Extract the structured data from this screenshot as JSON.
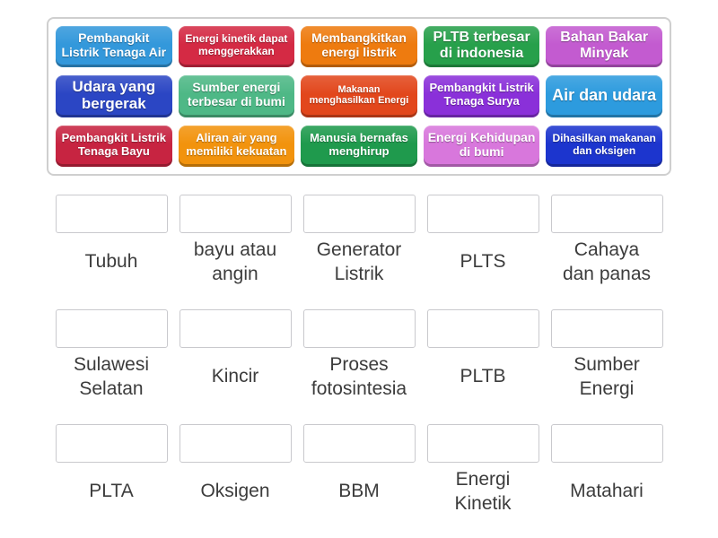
{
  "game": {
    "type": "match-up",
    "tiles": [
      {
        "label": "Pembangkit\nListrik Tenaga Air",
        "color": "#3398DB"
      },
      {
        "label": "Energi kinetik dapat\nmenggerakkan",
        "color": "#D42A44"
      },
      {
        "label": "Membangkitkan\nenergi listrik",
        "color": "#EE7B0F"
      },
      {
        "label": "PLTB terbesar\ndi indonesia",
        "color": "#27A04B"
      },
      {
        "label": "Bahan Bakar\nMinyak",
        "color": "#C35BD0"
      },
      {
        "label": "Udara yang\nbergerak",
        "color": "#2B46C4"
      },
      {
        "label": "Sumber energi\nterbesar di bumi",
        "color": "#4EB886"
      },
      {
        "label": "Makanan\nmenghasilkan Energi",
        "color": "#E2471C"
      },
      {
        "label": "Pembangkit Listrik\nTenaga Surya",
        "color": "#8A30D9"
      },
      {
        "label": "Air dan udara",
        "color": "#2D9BDE"
      },
      {
        "label": "Pembangkit Listrik\nTenaga Bayu",
        "color": "#C72441"
      },
      {
        "label": "Aliran air yang\nmemiliki kekuatan",
        "color": "#F2930D"
      },
      {
        "label": "Manusia bernafas\nmenghirup",
        "color": "#1F9A4D"
      },
      {
        "label": "Energi Kehidupan\ndi bumi",
        "color": "#D877DC"
      },
      {
        "label": "Dihasilkan makanan\ndan oksigen",
        "color": "#1C35CE"
      }
    ],
    "answers": [
      {
        "label": "Tubuh"
      },
      {
        "label": "bayu atau\nangin"
      },
      {
        "label": "Generator\nListrik"
      },
      {
        "label": "PLTS"
      },
      {
        "label": "Cahaya\ndan panas"
      },
      {
        "label": "Sulawesi\nSelatan"
      },
      {
        "label": "Kincir"
      },
      {
        "label": "Proses\nfotosintesia"
      },
      {
        "label": "PLTB"
      },
      {
        "label": "Sumber\nEnergi"
      },
      {
        "label": "PLTA"
      },
      {
        "label": "Oksigen"
      },
      {
        "label": "BBM"
      },
      {
        "label": "Energi\nKinetik"
      },
      {
        "label": "Matahari"
      }
    ],
    "panel_border_color": "#cfcfcf",
    "slot_border_color": "#c9c9cd",
    "label_text_color": "#3c3c3c"
  }
}
